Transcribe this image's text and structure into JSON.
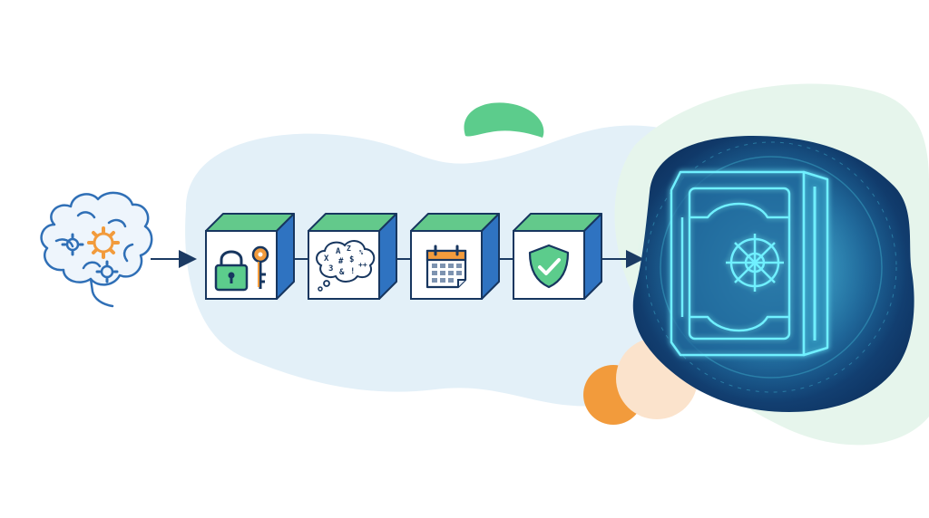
{
  "colors": {
    "background": "#ffffff",
    "wash_blue": "#e3f0f8",
    "wash_green": "#e6f5ec",
    "accent_green": "#5ccc8c",
    "accent_orange": "#f29b3c",
    "peach": "#fbe3cc",
    "outline_navy": "#17365f",
    "cube_green": "#63c98b",
    "cube_blue": "#2f73c1",
    "icon_blue": "#2f6fb6",
    "vault_dark": "#0f3c68",
    "vault_glow": "#36e0ff"
  },
  "flow": {
    "steps": [
      {
        "id": "start",
        "icon": "brain-gears-icon"
      },
      {
        "id": "step1",
        "icon": "padlock-key-icon"
      },
      {
        "id": "step2",
        "icon": "thought-bubble-symbols-icon",
        "glyphs": [
          "X",
          "A",
          "Z",
          "3",
          "#",
          "$",
          "&",
          "!",
          "%",
          "++"
        ]
      },
      {
        "id": "step3",
        "icon": "calendar-icon"
      },
      {
        "id": "step4",
        "icon": "shield-check-icon"
      },
      {
        "id": "end",
        "icon": "vault-icon"
      }
    ]
  }
}
